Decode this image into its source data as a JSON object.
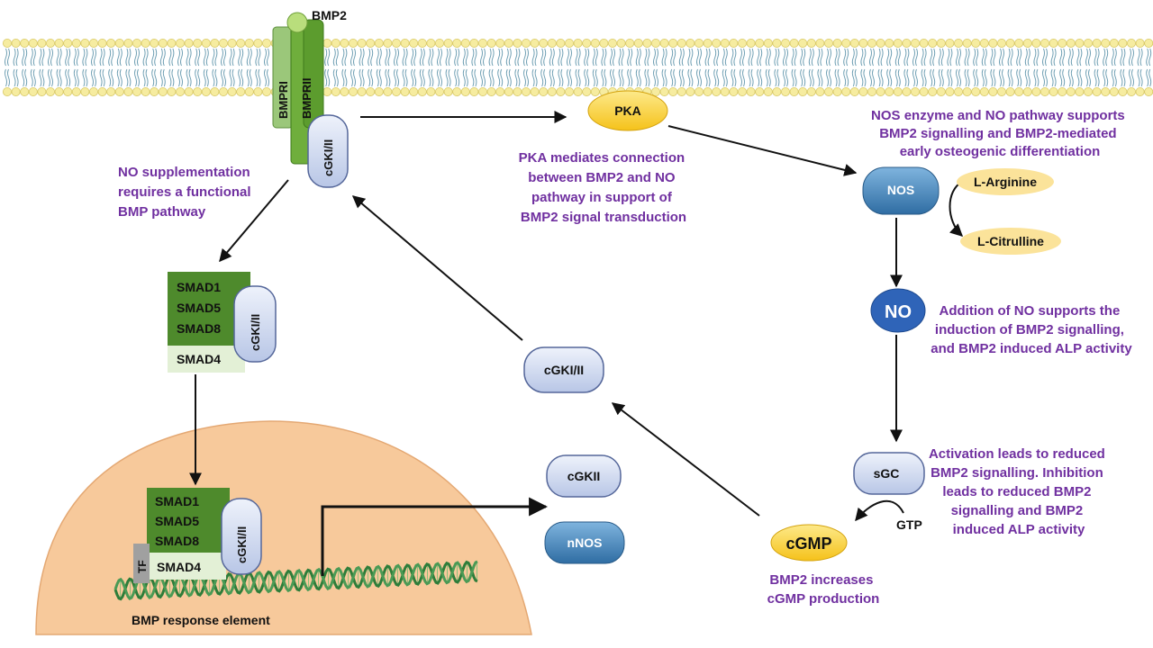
{
  "receptor": {
    "ligand": "BMP2",
    "type1": "BMPRI",
    "type2": "BMPRII",
    "kinase": "cGKI/II"
  },
  "pka": {
    "label": "PKA"
  },
  "nos": {
    "label": "NOS",
    "substrate": "L-Arginine",
    "product": "L-Citrulline"
  },
  "no": {
    "label": "NO"
  },
  "sgc": {
    "label": "sGC",
    "substrate": "GTP"
  },
  "cgmp": {
    "label": "cGMP"
  },
  "cgk_free": {
    "label": "cGKI/II"
  },
  "smad_cyto": {
    "smad1": "SMAD1",
    "smad5": "SMAD5",
    "smad8": "SMAD8",
    "smad4": "SMAD4",
    "kinase": "cGKI/II"
  },
  "smad_nuc": {
    "smad1": "SMAD1",
    "smad5": "SMAD5",
    "smad8": "SMAD8",
    "smad4": "SMAD4",
    "kinase": "cGKI/II",
    "tf": "TF"
  },
  "dna": {
    "label": "BMP response element"
  },
  "targets": {
    "cgkii": "cGKII",
    "nnos": "nNOS"
  },
  "annotations": {
    "no_supplement": [
      "NO supplementation",
      "requires a functional",
      "BMP pathway"
    ],
    "pka_note": [
      "PKA mediates connection",
      "between BMP2 and NO",
      "pathway in support of",
      "BMP2 signal transduction"
    ],
    "nos_note": [
      "NOS enzyme and NO pathway supports",
      "BMP2 signalling and BMP2-mediated",
      "early osteogenic differentiation"
    ],
    "no_note": [
      "Addition of NO supports the",
      "induction of BMP2 signalling,",
      "and BMP2 induced ALP activity"
    ],
    "sgc_note": [
      "Activation leads to reduced",
      "BMP2 signalling. Inhibition",
      "leads to reduced BMP2",
      "signalling and BMP2",
      "induced ALP activity"
    ],
    "cgmp_note": [
      "BMP2 increases",
      "cGMP production"
    ]
  },
  "colors": {
    "annotation": "#7030a0",
    "membrane": "#f6eca0",
    "nucleus": "#f7c99b",
    "smad_green": "#4e8a2c",
    "nos_blue": "#3f7fb5",
    "no_blue": "#2f64b8",
    "yellow": "#fbd33c"
  }
}
